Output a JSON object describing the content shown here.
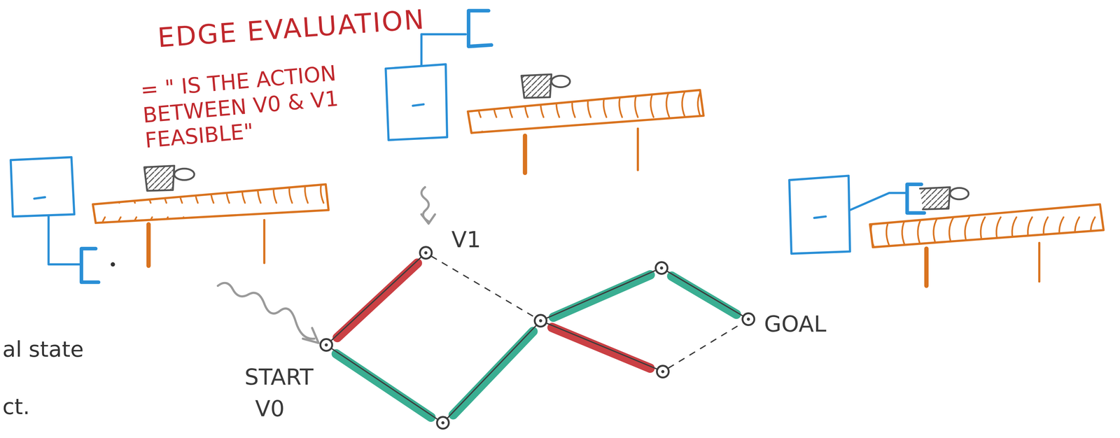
{
  "diagram": {
    "title": "EDGE EVALUATION",
    "nodes": [
      {
        "text": [
          "V1"
        ]
      },
      {
        "text": [
          "START",
          "V0"
        ]
      },
      {
        "text": []
      },
      {
        "text": []
      },
      {
        "text": []
      },
      {
        "text": []
      },
      {
        "text": [
          "GOAL"
        ]
      }
    ],
    "edges": [
      {
        "from": 1,
        "to": 0,
        "arrow": "none"
      },
      {
        "from": 0,
        "to": 3,
        "arrow": "none"
      },
      {
        "from": 1,
        "to": 2,
        "arrow": "none"
      },
      {
        "from": 2,
        "to": 3,
        "arrow": "none"
      },
      {
        "from": 3,
        "to": 4,
        "arrow": "none"
      },
      {
        "from": 4,
        "to": 6,
        "arrow": "none"
      },
      {
        "from": 3,
        "to": 5,
        "arrow": "none"
      },
      {
        "from": 5,
        "to": 6,
        "arrow": "none"
      }
    ],
    "labels": [
      "= \" IS THE ACTION BETWEEN V0 & V1 FEASIBLE\"",
      "al state",
      "ct."
    ]
  }
}
